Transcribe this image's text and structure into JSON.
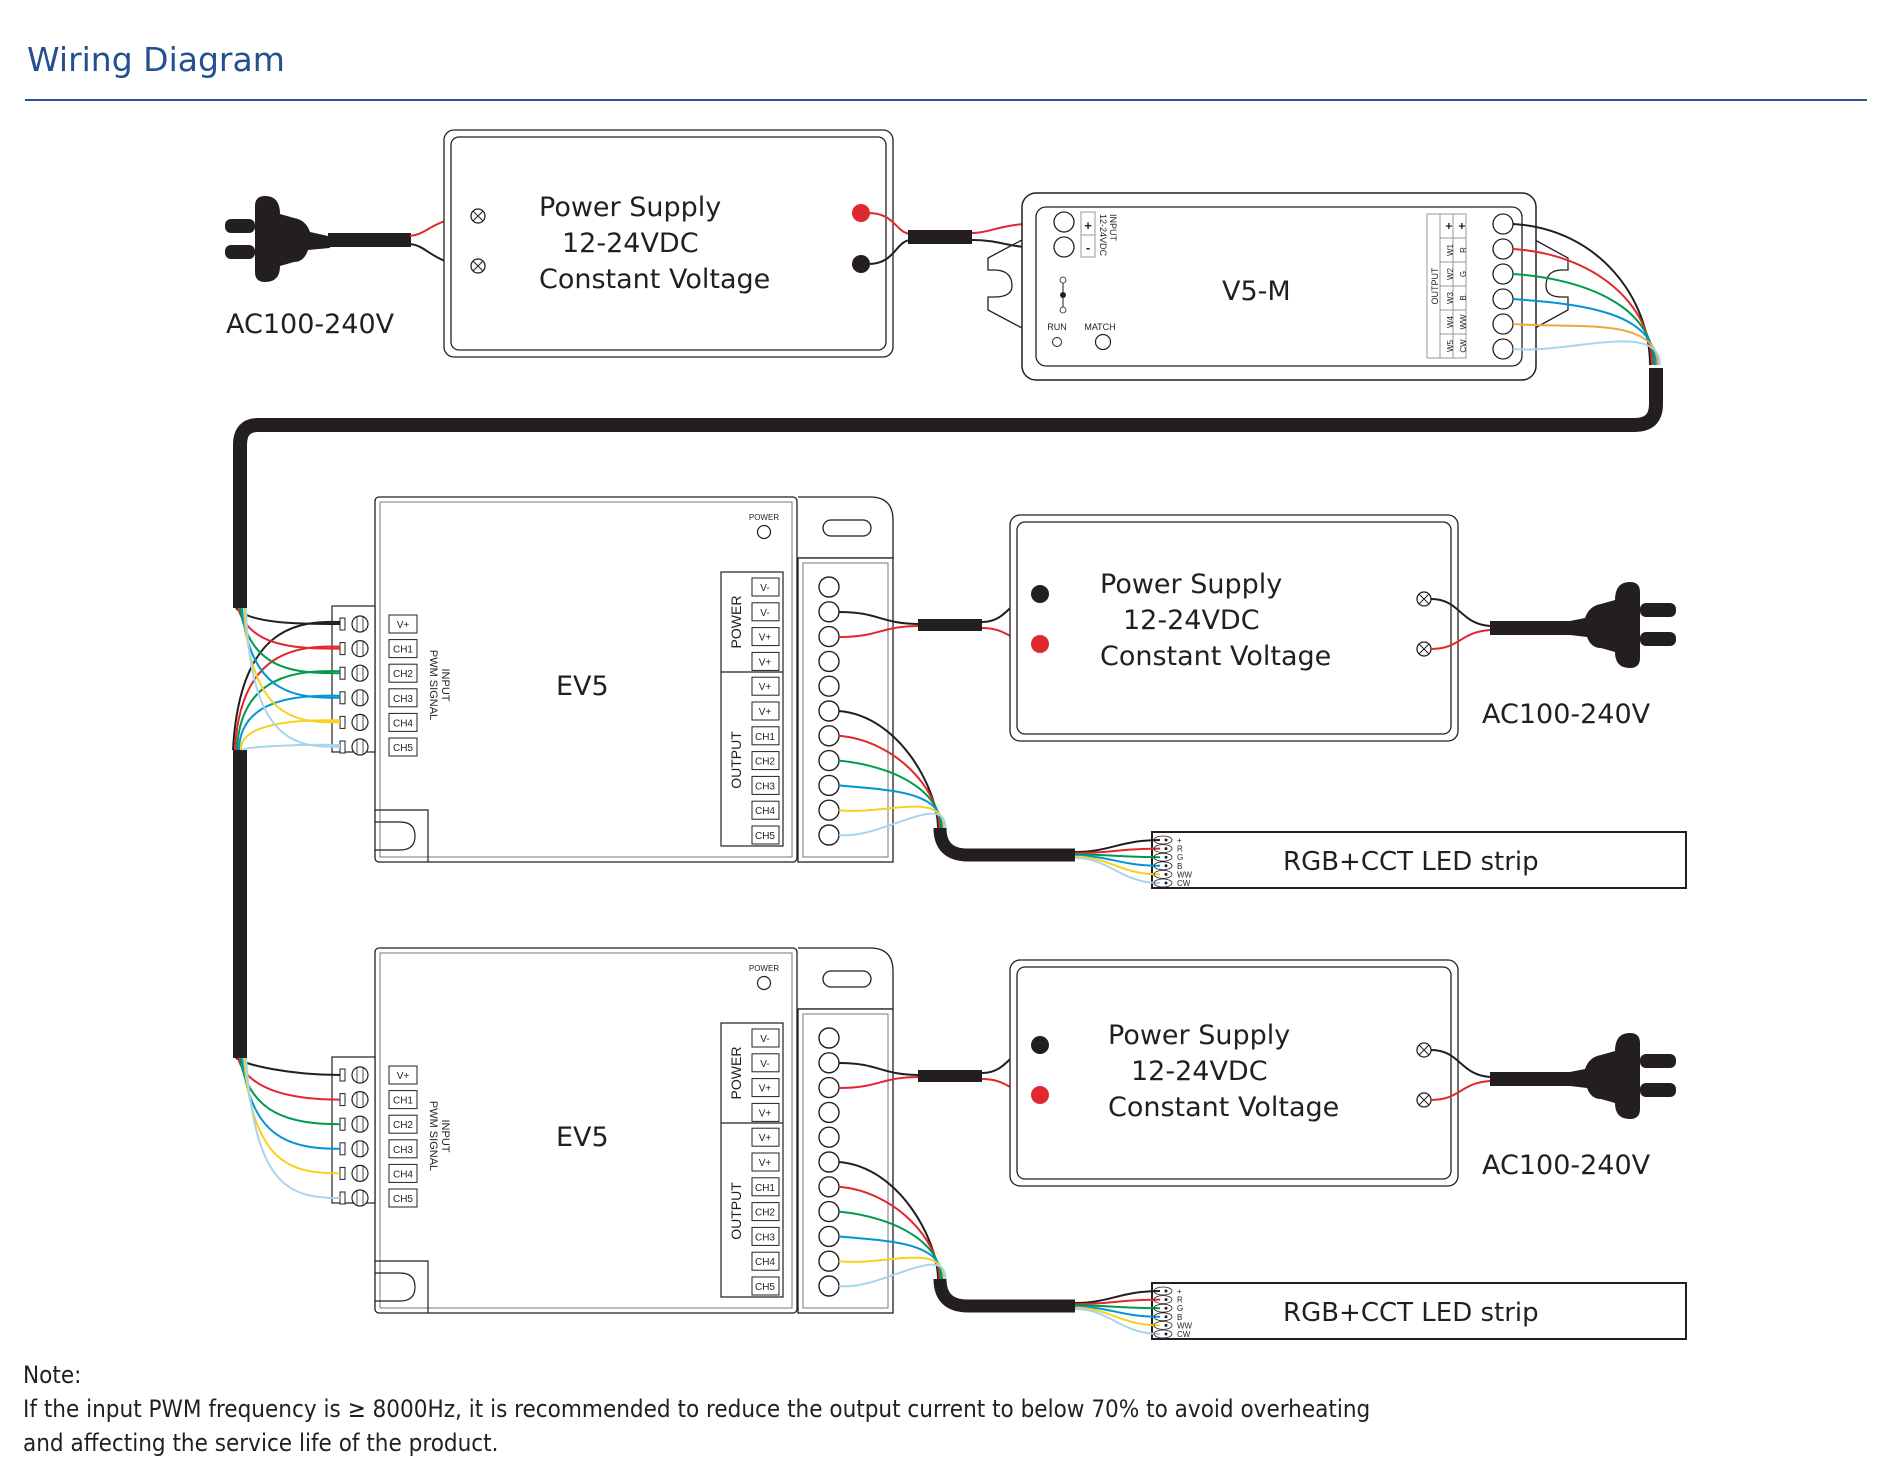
{
  "header": {
    "title": "Wiring Diagram"
  },
  "colors": {
    "accent": "#24508f",
    "wire_black": "#231f20",
    "wire_red": "#e0282e",
    "wire_green": "#009a4e",
    "wire_blue": "#0096d6",
    "wire_orange": "#f0a83a",
    "wire_yellow": "#f6d21e",
    "wire_lightblue": "#a8d4f0"
  },
  "power_supply_main": {
    "line1": "Power Supply",
    "line2": "12-24VDC",
    "line3": "Constant Voltage",
    "ac_label": "AC100-240V"
  },
  "controller": {
    "name": "V5-M",
    "input_label": "INPUT",
    "input_voltage": "12-24VDC",
    "input_plus": "+",
    "input_minus": "-",
    "run_label": "RUN",
    "match_label": "MATCH",
    "output_label": "OUTPUT",
    "output_col_w": [
      "+",
      "W1",
      "W2",
      "W3",
      "W4",
      "W5"
    ],
    "output_col_rgb": [
      "+",
      "R",
      "G",
      "B",
      "WW",
      "CW"
    ]
  },
  "amplifiers": [
    {
      "name": "EV5",
      "power_led_label": "POWER",
      "input_label": "INPUT",
      "input_sub_label": "PWM SIGNAL",
      "input_terminals": [
        "V+",
        "CH1",
        "CH2",
        "CH3",
        "CH4",
        "CH5"
      ],
      "power_group_label": "POWER",
      "power_terminals": [
        "V-",
        "V-",
        "V+",
        "V+"
      ],
      "output_group_label": "OUTPUT",
      "output_terminals": [
        "V+",
        "V+",
        "CH1",
        "CH2",
        "CH3",
        "CH4",
        "CH5"
      ],
      "power_supply": {
        "line1": "Power Supply",
        "line2": "12-24VDC",
        "line3": "Constant Voltage",
        "ac_label": "AC100-240V"
      },
      "strip": {
        "label": "RGB+CCT LED strip",
        "pins": [
          "+",
          "R",
          "G",
          "B",
          "WW",
          "CW"
        ]
      }
    },
    {
      "name": "EV5",
      "power_led_label": "POWER",
      "input_label": "INPUT",
      "input_sub_label": "PWM SIGNAL",
      "input_terminals": [
        "V+",
        "CH1",
        "CH2",
        "CH3",
        "CH4",
        "CH5"
      ],
      "power_group_label": "POWER",
      "power_terminals": [
        "V-",
        "V-",
        "V+",
        "V+"
      ],
      "output_group_label": "OUTPUT",
      "output_terminals": [
        "V+",
        "V+",
        "CH1",
        "CH2",
        "CH3",
        "CH4",
        "CH5"
      ],
      "power_supply": {
        "line1": "Power Supply",
        "line2": "12-24VDC",
        "line3": "Constant Voltage",
        "ac_label": "AC100-240V"
      },
      "strip": {
        "label": "RGB+CCT LED strip",
        "pins": [
          "+",
          "R",
          "G",
          "B",
          "WW",
          "CW"
        ]
      }
    }
  ],
  "note": {
    "title": "Note:",
    "line1": "If the input PWM frequency is ≥ 8000Hz, it is recommended to reduce the output current to below 70% to avoid overheating",
    "line2": "and affecting the service life of the product."
  }
}
